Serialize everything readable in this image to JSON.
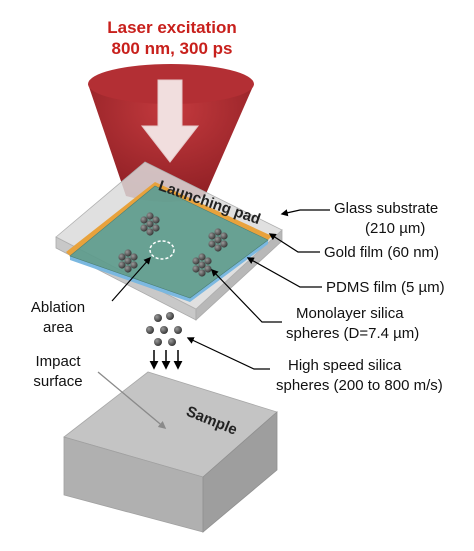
{
  "title": {
    "line1": "Laser excitation",
    "line2": "800 nm, 300 ps",
    "color": "#c8201c"
  },
  "launching_pad": {
    "label": "Launching pad"
  },
  "sample": {
    "label": "Sample"
  },
  "callouts": {
    "glass_substrate": {
      "line1": "Glass substrate",
      "line2": "(210 µm)"
    },
    "gold_film": {
      "line1": "Gold film (60 nm)"
    },
    "pdms_film": {
      "line1": "PDMS film (5 µm)"
    },
    "monolayer": {
      "line1": "Monolayer silica",
      "line2": "spheres (D=7.4 µm)"
    },
    "high_speed": {
      "line1": "High speed silica",
      "line2": "spheres (200 to 800 m/s)"
    },
    "ablation_area": {
      "line1": "Ablation",
      "line2": "area"
    },
    "impact_surface": {
      "line1": "Impact",
      "line2": "surface"
    }
  },
  "colors": {
    "laser_cone": "#a8262b",
    "laser_arrow": "#f1dede",
    "glass": "#d9d9d9",
    "gold": "#e8a23c",
    "pdms_top": "#5b9a8b",
    "pdms_bottom": "#7bb8e0",
    "sphere": "#555555",
    "sample_top": "#bfbfbf",
    "sample_side": "#a6a6a6"
  }
}
